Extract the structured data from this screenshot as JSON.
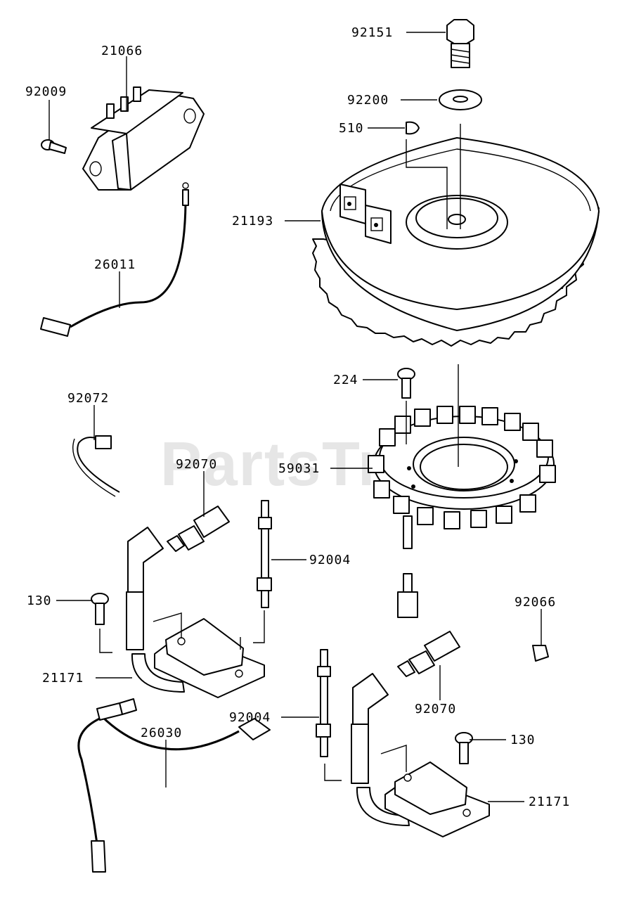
{
  "watermark": "PartsTree",
  "callouts": [
    {
      "id": "c-92151",
      "label": "92151"
    },
    {
      "id": "c-92200",
      "label": "92200"
    },
    {
      "id": "c-510",
      "label": "510"
    },
    {
      "id": "c-21193",
      "label": "21193"
    },
    {
      "id": "c-21066",
      "label": "21066"
    },
    {
      "id": "c-92009",
      "label": "92009"
    },
    {
      "id": "c-26011",
      "label": "26011"
    },
    {
      "id": "c-92072",
      "label": "92072"
    },
    {
      "id": "c-224",
      "label": "224"
    },
    {
      "id": "c-59031",
      "label": "59031"
    },
    {
      "id": "c-92070a",
      "label": "92070"
    },
    {
      "id": "c-92004a",
      "label": "92004"
    },
    {
      "id": "c-130a",
      "label": "130"
    },
    {
      "id": "c-92066",
      "label": "92066"
    },
    {
      "id": "c-21171a",
      "label": "21171"
    },
    {
      "id": "c-26030",
      "label": "26030"
    },
    {
      "id": "c-92004b",
      "label": "92004"
    },
    {
      "id": "c-92070b",
      "label": "92070"
    },
    {
      "id": "c-130b",
      "label": "130"
    },
    {
      "id": "c-21171b",
      "label": "21171"
    }
  ]
}
